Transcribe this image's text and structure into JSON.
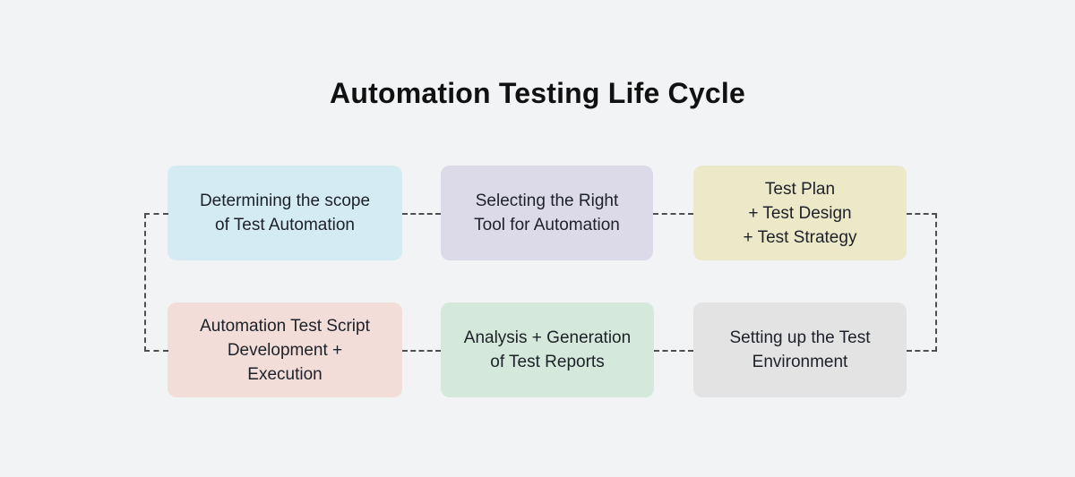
{
  "title": "Automation Testing Life Cycle",
  "colors": {
    "background": "#f2f3f5",
    "connector": "#4f4f4f",
    "title_color": "#111111",
    "node_text": "#1d2129"
  },
  "diagram": {
    "nodes": [
      {
        "id": "scope",
        "label": "Determining the scope\nof Test Automation",
        "color": "#d5ebf4"
      },
      {
        "id": "tool",
        "label": "Selecting the Right\nTool for Automation",
        "color": "#dcdae8"
      },
      {
        "id": "plan",
        "label": "Test Plan\n+ Test Design\n+ Test Strategy",
        "color": "#ece9c8"
      },
      {
        "id": "script",
        "label": "Automation Test Script\nDevelopment +\nExecution",
        "color": "#f3ddd8"
      },
      {
        "id": "analysis",
        "label": "Analysis + Generation\nof Test Reports",
        "color": "#d4e8db"
      },
      {
        "id": "env",
        "label": "Setting up the Test\nEnvironment",
        "color": "#e3e3e4"
      }
    ],
    "connections": [
      {
        "between": [
          "scope",
          "tool"
        ],
        "style": "dashed"
      },
      {
        "between": [
          "tool",
          "plan"
        ],
        "style": "dashed"
      },
      {
        "between": [
          "plan",
          "env"
        ],
        "style": "dashed",
        "route": "right-side-down"
      },
      {
        "between": [
          "env",
          "analysis"
        ],
        "style": "dashed"
      },
      {
        "between": [
          "analysis",
          "script"
        ],
        "style": "dashed"
      },
      {
        "between": [
          "script",
          "scope"
        ],
        "style": "dashed",
        "route": "left-side-up"
      }
    ]
  }
}
